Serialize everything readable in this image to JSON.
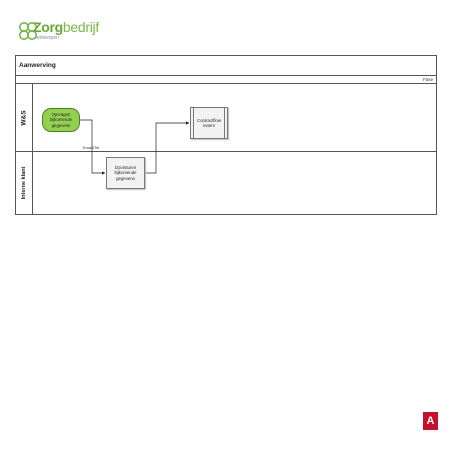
{
  "logo": {
    "word_bold": "Zorg",
    "word_rest": "bedrijf",
    "sub": "Antwerpen",
    "color": "#7ab648"
  },
  "diagram": {
    "title": "Aanwerving",
    "phase": "Fase",
    "lanes": [
      {
        "label": "W&S"
      },
      {
        "label": "Interne klant"
      }
    ],
    "nodes": {
      "start": "Opvragen bijkomende gegevens",
      "forward": "Doorsturen bijkomende gegevens",
      "subprocess": "Contractflow extern"
    },
    "edge_label": "Email/Tel"
  },
  "brand": {
    "letter": "A",
    "color": "#c8102e"
  }
}
